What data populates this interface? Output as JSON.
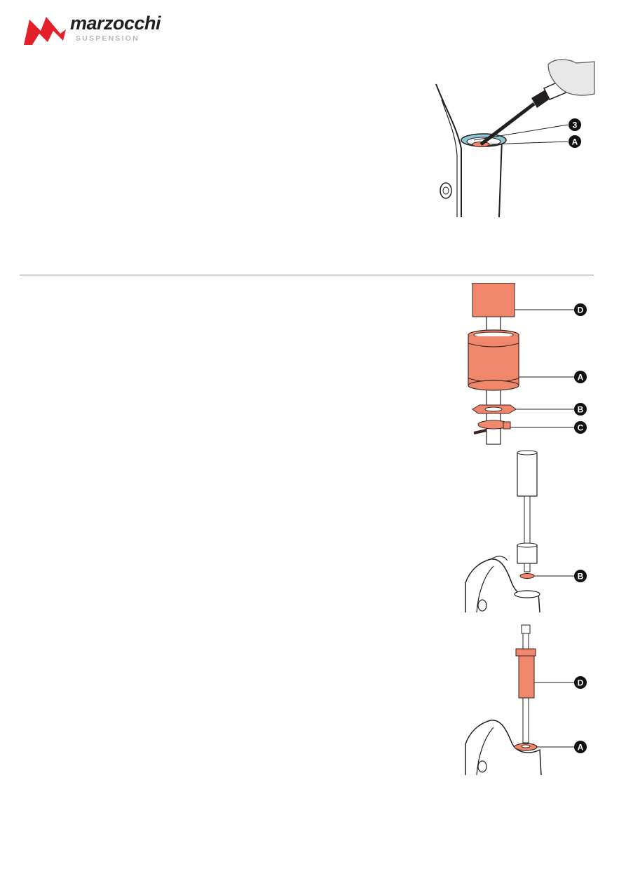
{
  "header": {
    "brand_name": "marzocchi",
    "brand_tagline": "SUSPENSION",
    "brand_color": "#e3202a"
  },
  "figures": [
    {
      "id": "fig-1",
      "description_icon": "screwdriver-into-fork-leg",
      "callouts": [
        "3",
        "A"
      ]
    },
    {
      "id": "fig-2",
      "description_icon": "exploded-bushing-stack",
      "callouts": [
        "D",
        "A",
        "B",
        "C"
      ]
    },
    {
      "id": "fig-3",
      "description_icon": "tool-inserting-part-into-leg",
      "callouts": [
        "B"
      ]
    },
    {
      "id": "fig-4",
      "description_icon": "press-tool-on-leg",
      "callouts": [
        "D",
        "A"
      ]
    }
  ],
  "colors": {
    "part_highlight": "#f0866c",
    "part_stroke": "#3a2520",
    "line": "#231f20",
    "callout_fill": "#111111",
    "callout_text": "#ffffff",
    "seal_blue": "#8ec6d6"
  }
}
